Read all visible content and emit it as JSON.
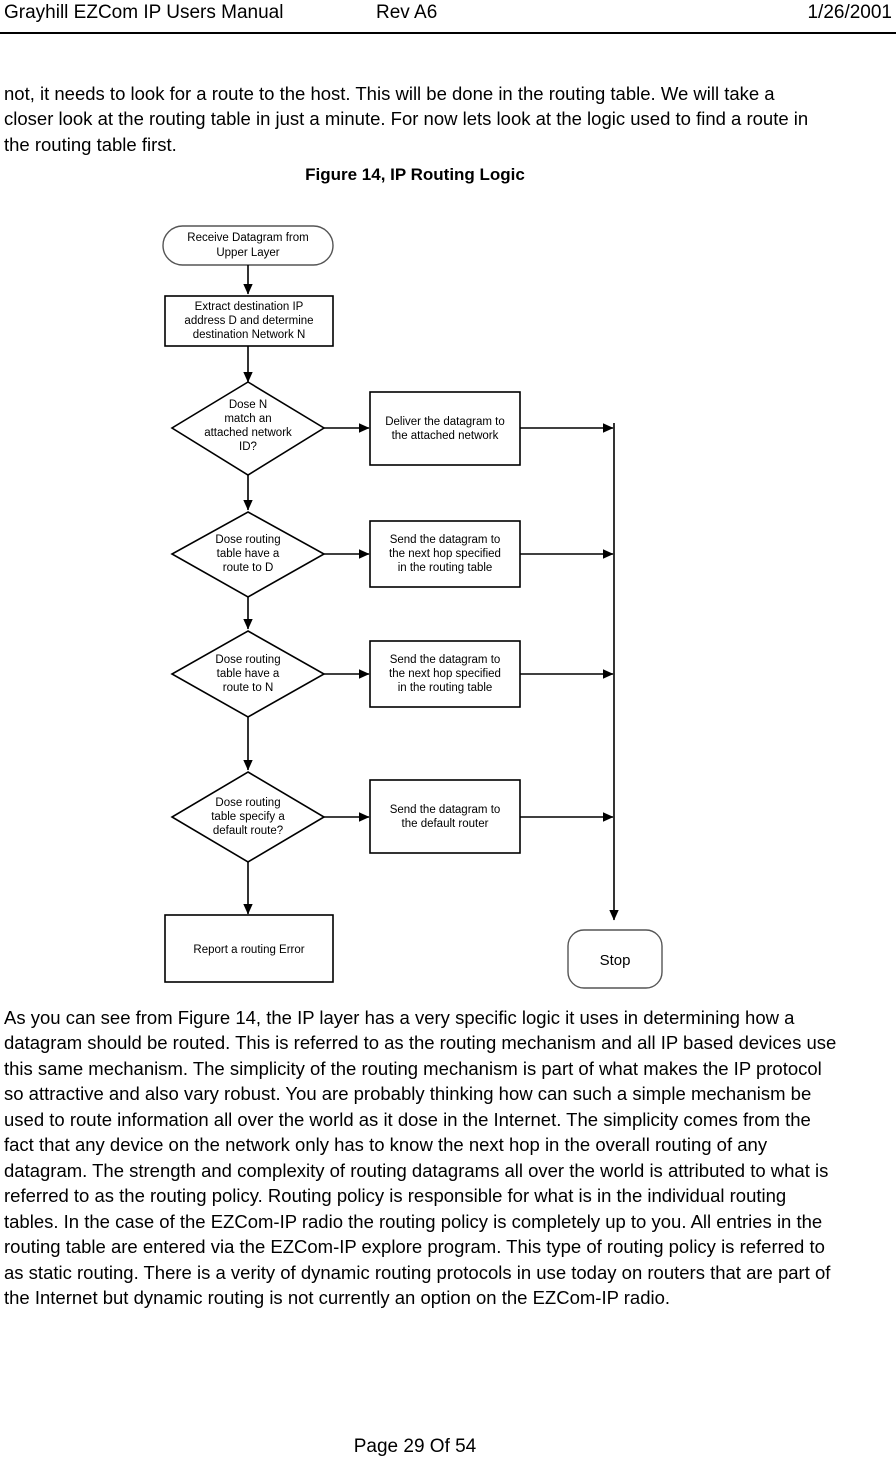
{
  "header": {
    "left": "Grayhill EZCom IP Users Manual",
    "center": "Rev A6",
    "right": "1/26/2001"
  },
  "intro_paragraph": "not, it needs to look for a route to the host. This will be done in the routing table. We will take a closer look at the routing table in just a minute. For now lets look at the logic used to find a route in the routing table first.",
  "figure": {
    "caption": "Figure 14, IP Routing Logic",
    "nodes": {
      "start": {
        "line1": "Receive Datagram from",
        "line2": "Upper Layer"
      },
      "extract": {
        "line1": "Extract destination IP",
        "line2": "address D and determine",
        "line3": "destination Network N"
      },
      "decision1": {
        "line1": "Dose N",
        "line2": "match an",
        "line3": "attached network",
        "line4": "ID?"
      },
      "action1": {
        "line1": "Deliver the datagram to",
        "line2": "the attached network"
      },
      "decision2": {
        "line1": "Dose routing",
        "line2": "table have a",
        "line3": "route to D"
      },
      "action2": {
        "line1": "Send the datagram to",
        "line2": "the next hop specified",
        "line3": "in the routing table"
      },
      "decision3": {
        "line1": "Dose routing",
        "line2": "table have a",
        "line3": "route to N"
      },
      "action3": {
        "line1": "Send the datagram to",
        "line2": "the next hop specified",
        "line3": "in the routing table"
      },
      "decision4": {
        "line1": "Dose routing",
        "line2": "table specify a",
        "line3": "default route?"
      },
      "action4": {
        "line1": "Send the datagram to",
        "line2": "the default router"
      },
      "error": {
        "line1": "Report a routing Error"
      },
      "stop": {
        "line1": "Stop"
      }
    }
  },
  "closing_paragraph": "As you can see from Figure 14, the IP layer has a very specific logic it uses in determining how a datagram should be routed. This is referred to as the routing mechanism and all IP based devices use this same mechanism. The simplicity of the routing mechanism is part of what makes the IP protocol so attractive and also vary robust. You are probably thinking how can such a simple mechanism be used to route information all over the world as it dose in the Internet. The simplicity comes from the fact that any device on the network only has to know the next hop in the overall routing of any datagram. The strength and complexity of routing datagrams all over the world is attributed to what is referred to as the routing policy. Routing policy is responsible for what is in the individual routing tables. In the case of the EZCom-IP radio the routing policy is completely up to you. All entries in the routing table are entered via the EZCom-IP explore program. This type of routing policy is referred to as static routing. There is a verity of dynamic routing protocols in use today on routers that are part of the Internet but dynamic routing is not currently an option on the EZCom-IP radio.",
  "footer": "Page 29 Of 54"
}
